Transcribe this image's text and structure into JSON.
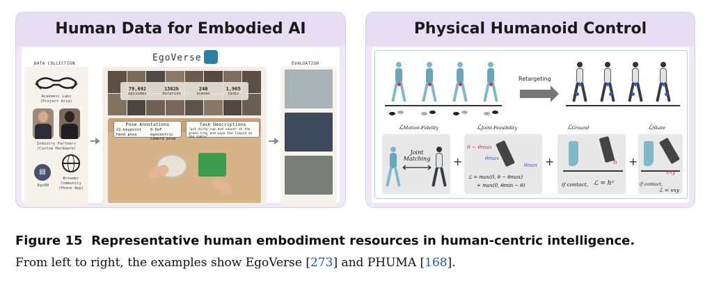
{
  "left_panel": {
    "title": "Human Data for Embodied AI",
    "section_labels": {
      "data_collection": "DATA COLLECTION",
      "evaluation": "EVALUATION"
    },
    "brand": "EgoVerse",
    "sources": [
      {
        "label": "Academic Labs\n(Project Aria)"
      },
      {
        "label": "Industry Partners\n(Custom Hardware)"
      },
      {
        "label": "Broader\nCommunity\n(Phone App)"
      }
    ],
    "db_label": "EgoDB",
    "stats": [
      {
        "value": "79,692",
        "unit": "episodes"
      },
      {
        "value": "1362h",
        "unit": "duration"
      },
      {
        "value": "240",
        "unit": "scenes"
      },
      {
        "value": "1,965",
        "unit": "tasks"
      }
    ],
    "pose_callout": {
      "title": "Pose Annotations",
      "items": [
        "21-keypoint hand pose",
        "6-DoF egocentric camera pose"
      ]
    },
    "task_callout": {
      "title": "Task Descriptions",
      "text": "\"put dirty cup and saucer in the green tray and wipe the liquid on the table\""
    }
  },
  "right_panel": {
    "title": "Physical Humanoid Control",
    "retarget_label": "Retargeting",
    "losses": [
      {
        "symbol": "ℒ",
        "sub": "Motion-Fidelity",
        "note": "Joint Matching"
      },
      {
        "symbol": "ℒ",
        "sub": "Joint-Feasibility",
        "eq1": "ℒ = max(0, θ − θmax)",
        "eq2": "+ max(0, θmin − θ)",
        "t1": "θ − θmax",
        "t2": "θmax",
        "t3": "θmin"
      },
      {
        "symbol": "ℒ",
        "sub": "Ground",
        "cond": "if contact,",
        "eq": "ℒ = h²",
        "h": "h"
      },
      {
        "symbol": "ℒ",
        "sub": "Skate",
        "cond": "if contact,",
        "eq": "ℒ = vxy",
        "v": "vxy"
      }
    ],
    "plus": "+"
  },
  "caption": {
    "label": "Figure 15",
    "title": "Representative human embodiment resources in human-centric intelligence.",
    "text_before": "From left to right, the examples show EgoVerse [",
    "ref1": "273",
    "text_mid": "] and PHUMA [",
    "ref2": "168",
    "text_after": "]."
  }
}
